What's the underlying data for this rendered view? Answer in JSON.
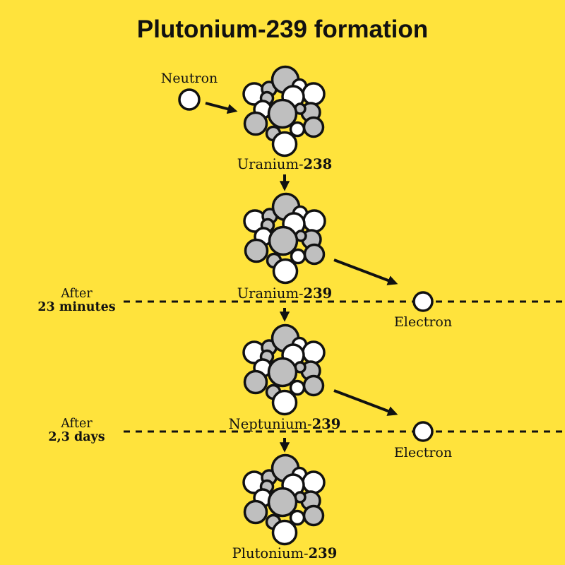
{
  "title": "Plutonium-239 formation",
  "neutron": {
    "label": "Neutron"
  },
  "stages": [
    {
      "name": "Uranium-",
      "mass": "238"
    },
    {
      "name": "Uranium-",
      "mass": "239"
    },
    {
      "name": "Neptunium-",
      "mass": "239"
    },
    {
      "name": "Plutonium-",
      "mass": "239"
    }
  ],
  "decays": [
    {
      "after": "After",
      "duration": "23 minutes",
      "electron_label": "Electron"
    },
    {
      "after": "After",
      "duration": "2,3 days",
      "electron_label": "Electron"
    }
  ],
  "colors": {
    "background": "#FFE33C",
    "nucleon_gray": "#BFBFBF",
    "nucleon_white": "#FFFFFF",
    "outline": "#111111",
    "text": "#111111"
  }
}
